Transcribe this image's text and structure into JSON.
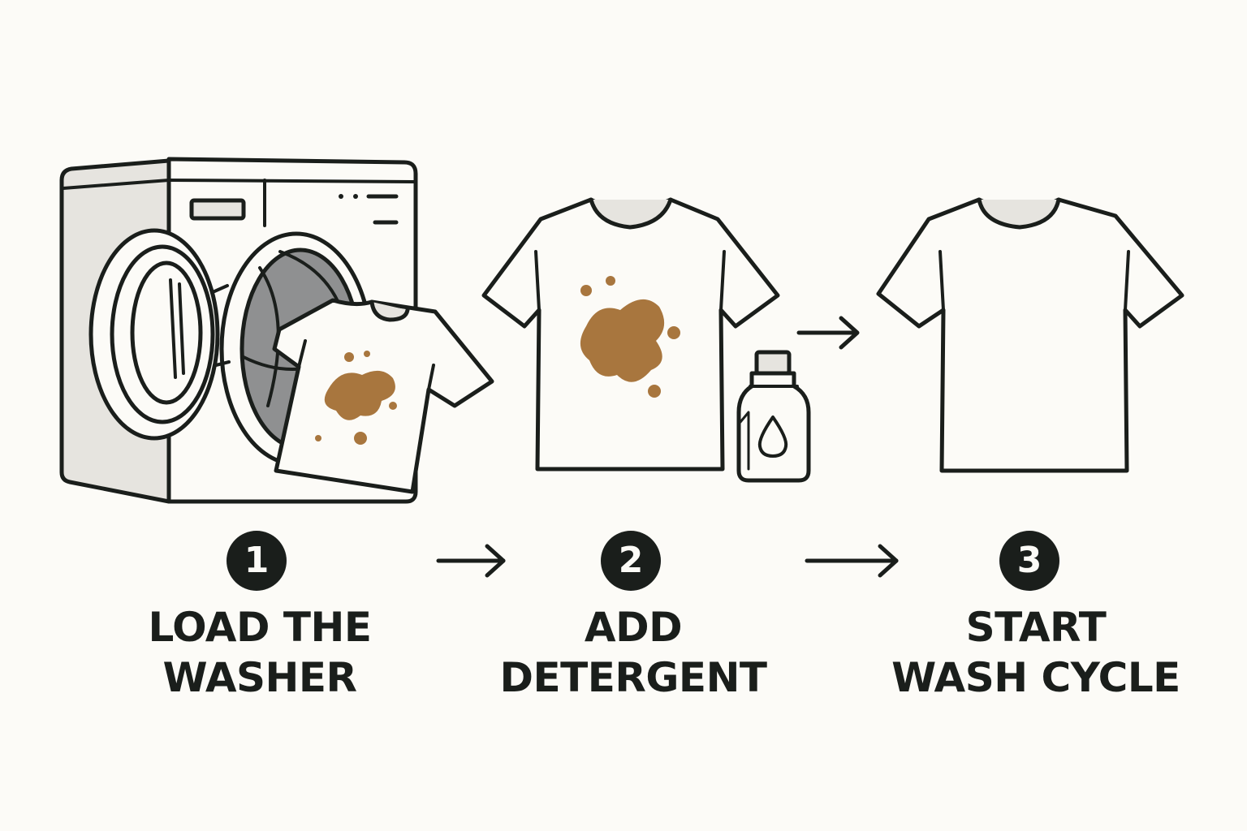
{
  "steps": [
    {
      "number": "1",
      "line1": "LOAD THE",
      "line2": "WASHER"
    },
    {
      "number": "2",
      "line1": "ADD",
      "line2": "DETERGENT"
    },
    {
      "number": "3",
      "line1": "START",
      "line2": "WASH CYCLE"
    }
  ],
  "colors": {
    "background": "#fcfbf7",
    "ink": "#1a1e1b",
    "stain": "#a8763e",
    "drum": "#8f9091",
    "panel": "#e6e4df"
  },
  "icons": [
    "washing-machine-icon",
    "stained-shirt-icon",
    "detergent-bottle-icon",
    "clean-shirt-icon",
    "arrow-right-icon"
  ]
}
